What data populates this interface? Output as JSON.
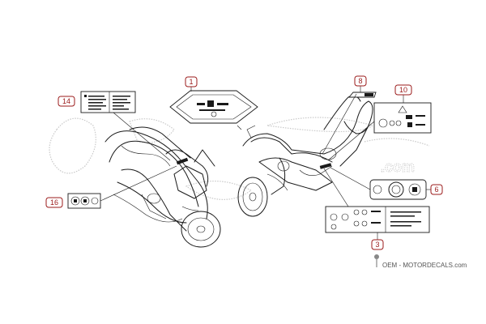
{
  "callouts": [
    {
      "id": "c1",
      "number": "1"
    },
    {
      "id": "c3",
      "number": "3"
    },
    {
      "id": "c6",
      "number": "6"
    },
    {
      "id": "c8",
      "number": "8"
    },
    {
      "id": "c10",
      "number": "10"
    },
    {
      "id": "c14",
      "number": "14"
    },
    {
      "id": "c16",
      "number": "16"
    }
  ],
  "brand": {
    "text": "OEM - MOTORDECALS.com",
    "watermark": ".com",
    "logo_icon": "pin-logo-icon"
  },
  "colors": {
    "callout": "#9b1b1b",
    "ink": "#1a1a1a",
    "watermark": "#c9c9c9"
  }
}
